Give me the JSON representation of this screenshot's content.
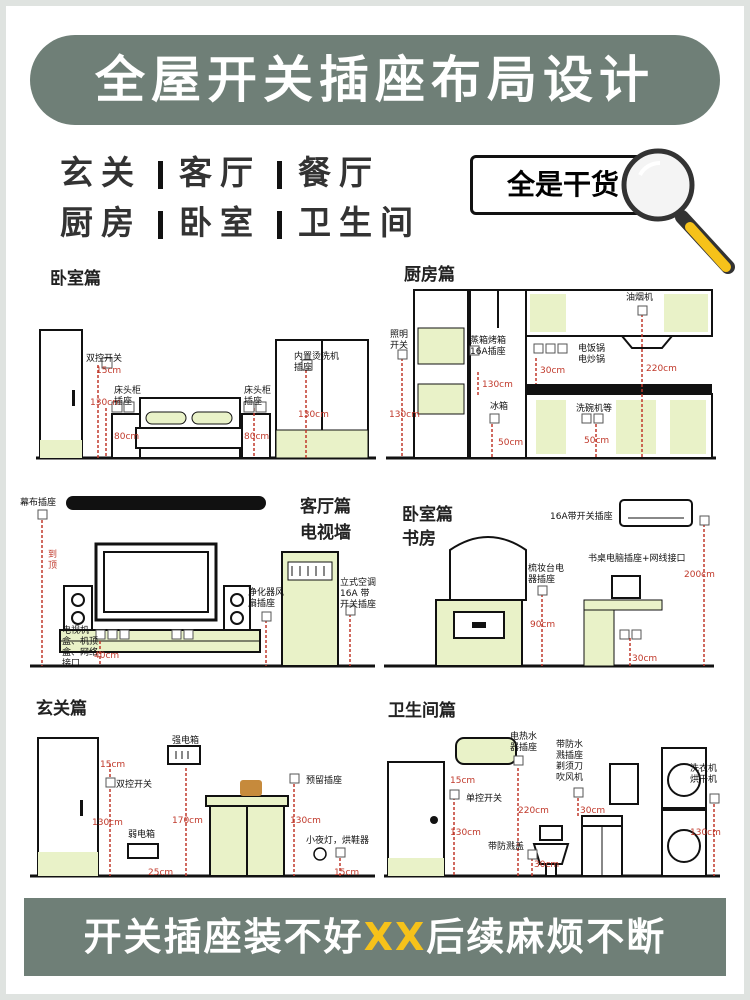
{
  "title": "全屋开关插座布局设计",
  "rooms_row1": [
    "玄关",
    "客厅",
    "餐厅"
  ],
  "rooms_row2": [
    "厨房",
    "卧室",
    "卫生间"
  ],
  "badge": "全是干货",
  "bedroom": {
    "title": "卧室篇",
    "dual_switch": "双控开关",
    "m15": "15cm",
    "m130": "130cm",
    "bedside1": "床头柜插座",
    "bedside2": "床头柜插座",
    "m80a": "80cm",
    "m80b": "80cm",
    "wardrobe": "内置烫洗机插座",
    "m130b": "130cm"
  },
  "kitchen": {
    "title": "厨房篇",
    "light_switch": "照明开关",
    "m130": "130cm",
    "steam": "蒸箱烤箱16A插座",
    "m130b": "130cm",
    "fridge": "冰箱",
    "m50": "50cm",
    "rice": "电饭锅电炒锅",
    "m30": "30cm",
    "hood": "油烟机",
    "m220": "220cm",
    "dishwasher": "洗碗机等",
    "m50b": "50cm"
  },
  "living": {
    "title1": "客厅篇",
    "title2": "电视墙",
    "curtain": "幕布插座",
    "top": "到顶",
    "tvbox": "电视机盒、机顶盒、网络接口",
    "m40": "40cm",
    "purifier": "净化器风扇插座",
    "ac": "立式空调16A 带开关插座"
  },
  "study": {
    "title1": "卧室篇",
    "title2": "书房",
    "ac": "16A带开关插座",
    "dresser": "梳妆台电器插座",
    "m90": "90cm",
    "desk": "书桌电脑插座+网线接口",
    "m200": "200cm",
    "m30": "30cm"
  },
  "entry": {
    "title": "玄关篇",
    "m15": "15cm",
    "dual_switch": "双控开关",
    "m130": "130cm",
    "power_box": "强电箱",
    "m170": "170cm",
    "weak_box": "弱电箱",
    "m25": "25cm",
    "reserved": "预留插座",
    "m130b": "130cm",
    "night": "小夜灯，烘鞋器",
    "m15b": "15cm"
  },
  "bathroom": {
    "title": "卫生间篇",
    "heater": "电热水器插座",
    "m220": "220cm",
    "m15": "15cm",
    "dual_switch": "单控开关",
    "m130": "130cm",
    "bidet": "带防溅盖",
    "m30": "30cm",
    "mirror": "带防水溅插座剃须刀吹风机",
    "m30b": "30cm",
    "washer": "洗衣机烘干机",
    "m130b": "130cm"
  },
  "bottom_banner": {
    "part1": "开关插座装不好",
    "xx": "XX",
    "part2": "后续麻烦不断"
  },
  "colors": {
    "banner": "#6f7f77",
    "accent_green": "#e9f2c8",
    "measure_red": "#c0392b",
    "highlight_yellow": "#f6c21a"
  }
}
